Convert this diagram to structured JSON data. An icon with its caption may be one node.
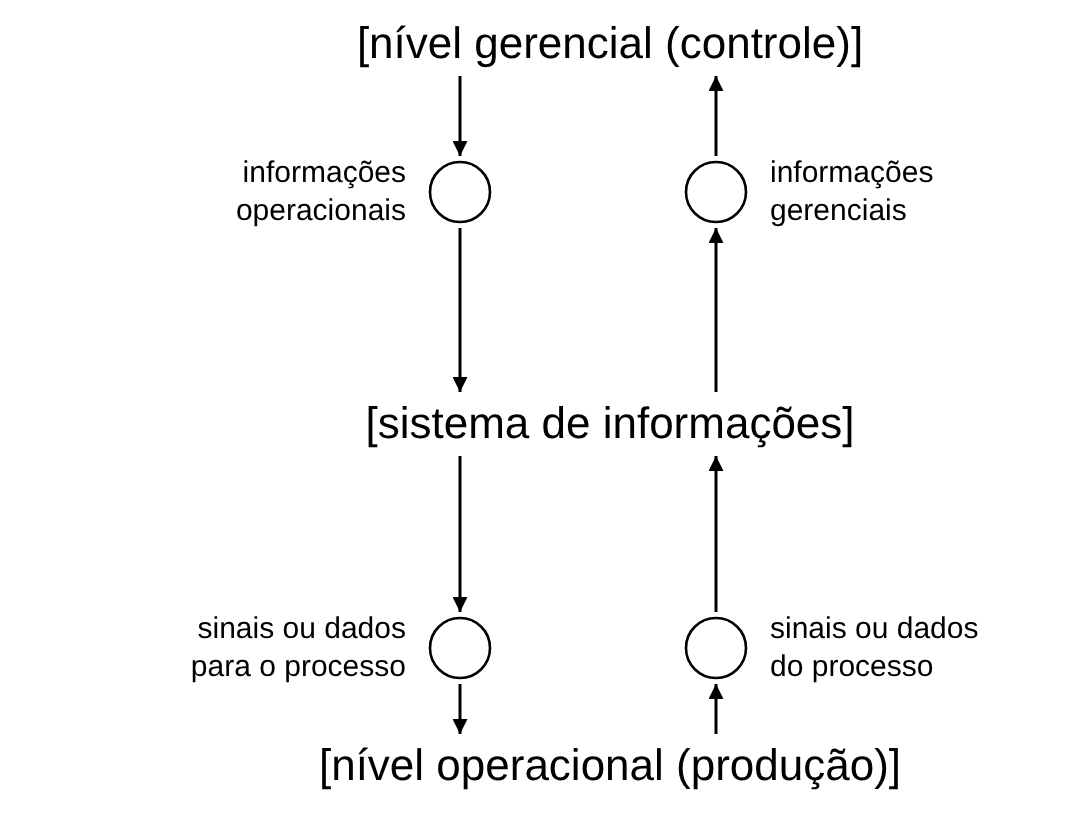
{
  "diagram": {
    "nodes": [
      {
        "text": [
          "[nível gerencial (controle)]"
        ]
      },
      {
        "text": [],
        "shape": "circle",
        "beside": [
          "informações operacionais"
        ]
      },
      {
        "text": [],
        "shape": "circle",
        "beside": [
          "informações gerenciais"
        ]
      },
      {
        "text": [
          "[sistema de informações]"
        ]
      },
      {
        "text": [],
        "shape": "circle",
        "beside": [
          "sinais ou dados para o processo"
        ]
      },
      {
        "text": [],
        "shape": "circle",
        "beside": [
          "sinais ou dados do processo"
        ]
      },
      {
        "text": [
          "[nível operacional (produção)]"
        ]
      }
    ],
    "edges": [
      {
        "from": 0,
        "to": 1,
        "arrow": "to"
      },
      {
        "from": 1,
        "to": 3,
        "arrow": "to"
      },
      {
        "from": 3,
        "to": 2,
        "arrow": "to"
      },
      {
        "from": 2,
        "to": 0,
        "arrow": "to"
      },
      {
        "from": 3,
        "to": 4,
        "arrow": "to"
      },
      {
        "from": 4,
        "to": 6,
        "arrow": "to"
      },
      {
        "from": 6,
        "to": 5,
        "arrow": "to"
      },
      {
        "from": 5,
        "to": 3,
        "arrow": "to"
      }
    ]
  }
}
